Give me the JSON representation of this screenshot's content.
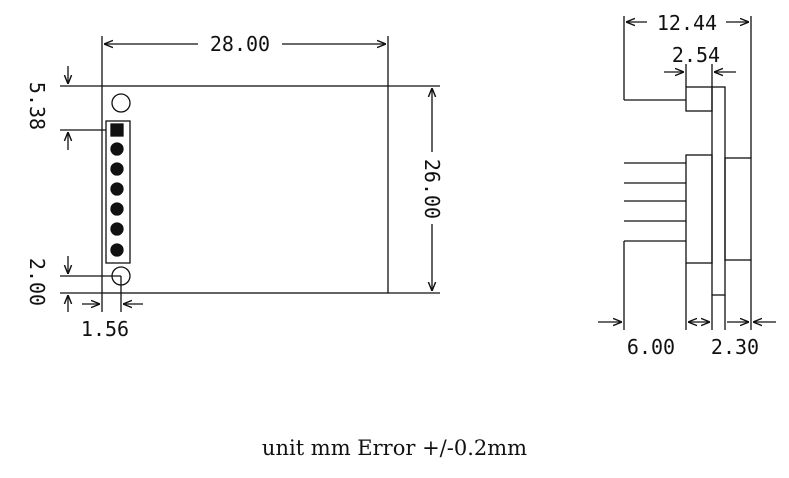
{
  "front_view": {
    "width_label": "28.00",
    "height_label": "26.00",
    "header_top_offset_label": "5.38",
    "hole_bottom_offset_label": "2.00",
    "hole_left_offset_label": "1.56",
    "pin_count": 7
  },
  "side_view": {
    "overall_length_label": "12.44",
    "pin_header_thickness_label": "2.54",
    "pin_length_label": "6.00",
    "board_offset_label": "2.30"
  },
  "note": "unit mm Error +/-0.2mm"
}
